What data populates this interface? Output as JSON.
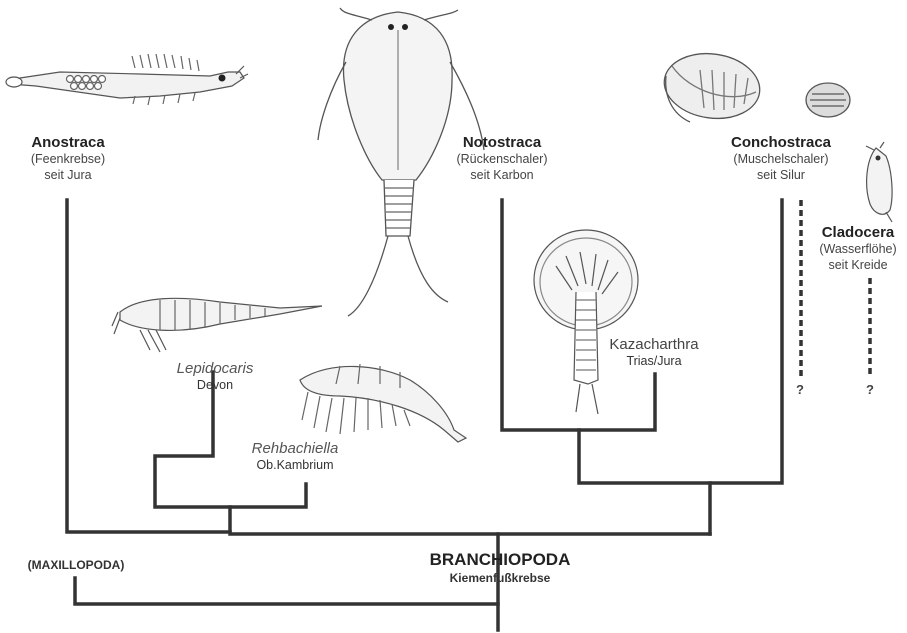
{
  "taxa": {
    "anostraca": {
      "name": "Anostraca",
      "common": "(Feenkrebse)",
      "age": "seit Jura"
    },
    "notostraca": {
      "name": "Notostraca",
      "common": "(Rückenschaler)",
      "age": "seit Karbon"
    },
    "conchostraca": {
      "name": "Conchostraca",
      "common": "(Muschelschaler)",
      "age": "seit Silur"
    },
    "cladocera": {
      "name": "Cladocera",
      "common": "(Wasserflöhe)",
      "age": "seit Kreide"
    },
    "lepidocaris": {
      "name": "Lepidocaris",
      "age": "Devon"
    },
    "rehbachiella": {
      "name": "Rehbachiella",
      "age": "Ob.Kambrium"
    },
    "kazacharthra": {
      "name": "Kazacharthra",
      "age": "Trias/Jura"
    },
    "maxillopoda": {
      "name": "(MAXILLOPODA)"
    }
  },
  "root": {
    "name": "BRANCHIOPODA",
    "common": "Kiemenfußkrebse"
  },
  "uncertain_mark": "?",
  "colors": {
    "line": "#333333",
    "drawing": "#555555"
  }
}
